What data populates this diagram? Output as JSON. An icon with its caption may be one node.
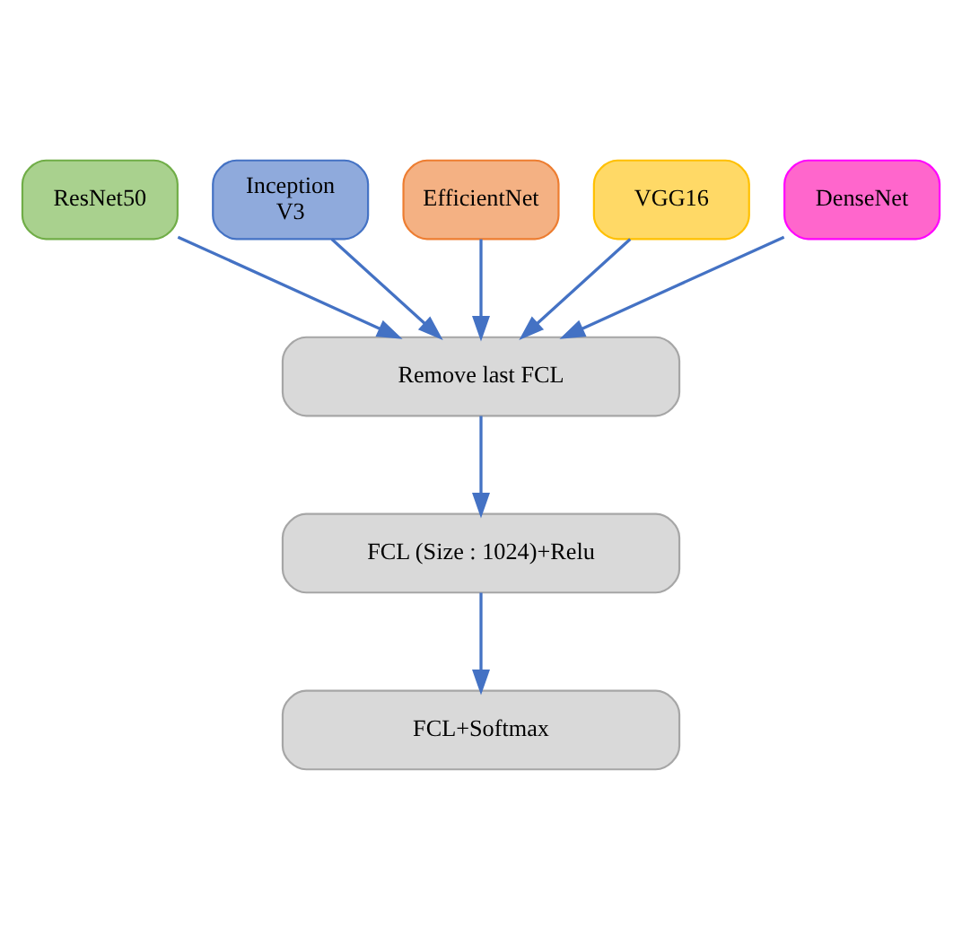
{
  "diagram": {
    "nodes": [
      {
        "text": [
          "ResNet50"
        ]
      },
      {
        "text": [
          "Inception V3"
        ]
      },
      {
        "text": [
          "EfficientNet"
        ]
      },
      {
        "text": [
          "VGG16"
        ]
      },
      {
        "text": [
          "DenseNet"
        ]
      },
      {
        "text": [
          "Remove last FCL"
        ]
      },
      {
        "text": [
          "FCL (Size : 1024)+Relu"
        ]
      },
      {
        "text": [
          "FCL+Softmax"
        ]
      }
    ],
    "edges": [
      {
        "from": 0,
        "to": 5,
        "arrow": "to"
      },
      {
        "from": 1,
        "to": 5,
        "arrow": "to"
      },
      {
        "from": 2,
        "to": 5,
        "arrow": "to"
      },
      {
        "from": 3,
        "to": 5,
        "arrow": "to"
      },
      {
        "from": 4,
        "to": 5,
        "arrow": "to"
      },
      {
        "from": 5,
        "to": 6,
        "arrow": "to"
      },
      {
        "from": 6,
        "to": 7,
        "arrow": "to"
      }
    ]
  }
}
